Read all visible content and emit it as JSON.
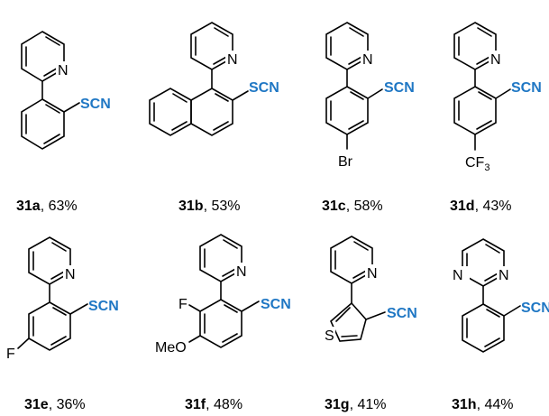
{
  "colors": {
    "thiocyanate": "#1f77c4",
    "bond": "#000000"
  },
  "compounds": [
    {
      "id": "31a",
      "yield": "63%",
      "ring": "pyridine",
      "substituents": []
    },
    {
      "id": "31b",
      "yield": "53%",
      "ring": "pyridine",
      "substituents": []
    },
    {
      "id": "31c",
      "yield": "58%",
      "ring": "pyridine",
      "substituents": [
        "Br"
      ]
    },
    {
      "id": "31d",
      "yield": "43%",
      "ring": "pyridine",
      "substituents": [
        "CF3"
      ]
    },
    {
      "id": "31e",
      "yield": "36%",
      "ring": "pyridine",
      "substituents": [
        "F"
      ]
    },
    {
      "id": "31f",
      "yield": "48%",
      "ring": "pyridine",
      "substituents": [
        "F",
        "MeO"
      ]
    },
    {
      "id": "31g",
      "yield": "41%",
      "ring": "pyridine",
      "substituents": []
    },
    {
      "id": "31h",
      "yield": "44%",
      "ring": "pyrimidine",
      "substituents": []
    }
  ],
  "labels": {
    "scn": "SCN",
    "n": "N",
    "br": "Br",
    "cf": "CF",
    "sub3": "3",
    "f": "F",
    "meo": "MeO",
    "s": "S",
    "sep": ", "
  }
}
